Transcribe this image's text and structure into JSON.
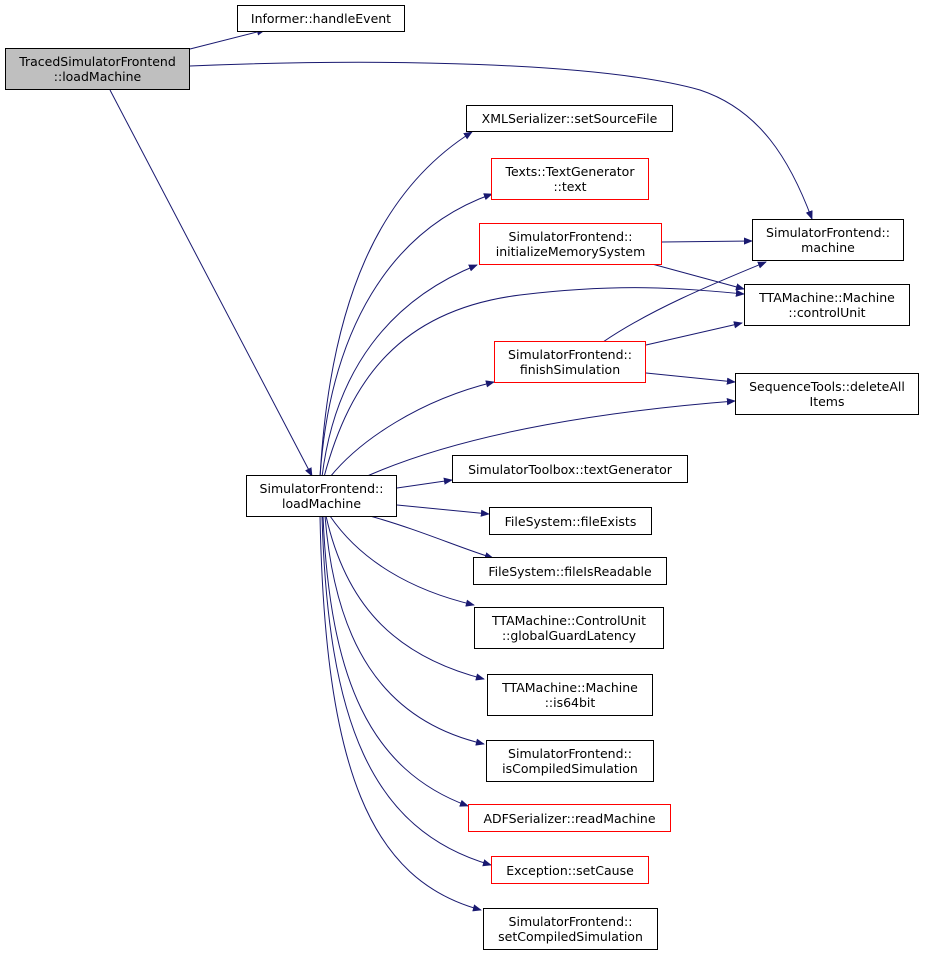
{
  "colors": {
    "edge": "#191970",
    "border": "#000000",
    "border_red": "#ff0000",
    "current_fill": "#bfbfbf"
  },
  "nodes": {
    "traced_load": {
      "line1": "TracedSimulatorFrontend",
      "line2": "::loadMachine"
    },
    "handle_event": {
      "line1": "Informer::handleEvent"
    },
    "set_source_file": {
      "line1": "XMLSerializer::setSourceFile"
    },
    "text": {
      "line1": "Texts::TextGenerator",
      "line2": "::text"
    },
    "init_memory": {
      "line1": "SimulatorFrontend::",
      "line2": "initializeMemorySystem"
    },
    "machine": {
      "line1": "SimulatorFrontend::",
      "line2": "machine"
    },
    "control_unit": {
      "line1": "TTAMachine::Machine",
      "line2": "::controlUnit"
    },
    "finish_sim": {
      "line1": "SimulatorFrontend::",
      "line2": "finishSimulation"
    },
    "delete_all": {
      "line1": "SequenceTools::deleteAll",
      "line2": "Items"
    },
    "sim_load": {
      "line1": "SimulatorFrontend::",
      "line2": "loadMachine"
    },
    "text_generator": {
      "line1": "SimulatorToolbox::textGenerator"
    },
    "file_exists": {
      "line1": "FileSystem::fileExists"
    },
    "file_readable": {
      "line1": "FileSystem::fileIsReadable"
    },
    "guard_latency": {
      "line1": "TTAMachine::ControlUnit",
      "line2": "::globalGuardLatency"
    },
    "is64bit": {
      "line1": "TTAMachine::Machine",
      "line2": "::is64bit"
    },
    "is_compiled": {
      "line1": "SimulatorFrontend::",
      "line2": "isCompiledSimulation"
    },
    "read_machine": {
      "line1": "ADFSerializer::readMachine"
    },
    "set_cause": {
      "line1": "Exception::setCause"
    },
    "set_compiled": {
      "line1": "SimulatorFrontend::",
      "line2": "setCompiledSimulation"
    }
  }
}
